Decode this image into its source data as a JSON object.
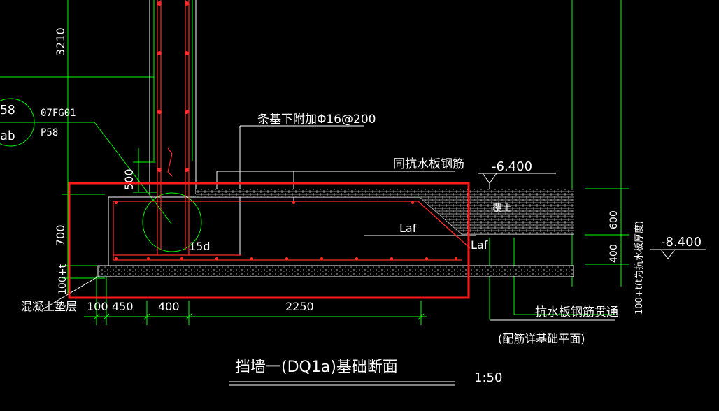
{
  "drawing": {
    "title": "挡墙一(DQ1a)基础断面",
    "scale": "1:50",
    "callout": {
      "circle_top": "58",
      "circle_bottom": "ab",
      "ref_line1": "07FG01",
      "ref_line2": "P58"
    },
    "labels": {
      "extra_rebar": "条基下附加Φ16@200",
      "same_as_slab": "同抗水板钢筋",
      "laf_upper": "Laf",
      "laf_lower": "Laf",
      "anchor_15d": "15d",
      "fill_soil": "覆土",
      "concrete_cushion": "混凝土垫层",
      "slab_rebar_through": "抗水板钢筋贯通",
      "rebar_note": "(配筋详基础平面)",
      "slab_thickness_note": "100+t(t为抗水板厚度)"
    },
    "elevations": {
      "top": "-6.400",
      "bottom": "-8.400"
    },
    "dimensions": {
      "wall_height": "3210",
      "haunch": "500",
      "footing_height": "700",
      "cushion": "100+t",
      "right_upper": "600",
      "right_lower": "400",
      "bottom_dims": [
        "100",
        "450",
        "400",
        "2250"
      ]
    },
    "colors": {
      "background": "#000000",
      "dimension_green": "#00ff00",
      "rebar_red": "#ff2a2a",
      "concrete_white": "#ffffff",
      "highlight_red": "#ff1a1a"
    }
  }
}
